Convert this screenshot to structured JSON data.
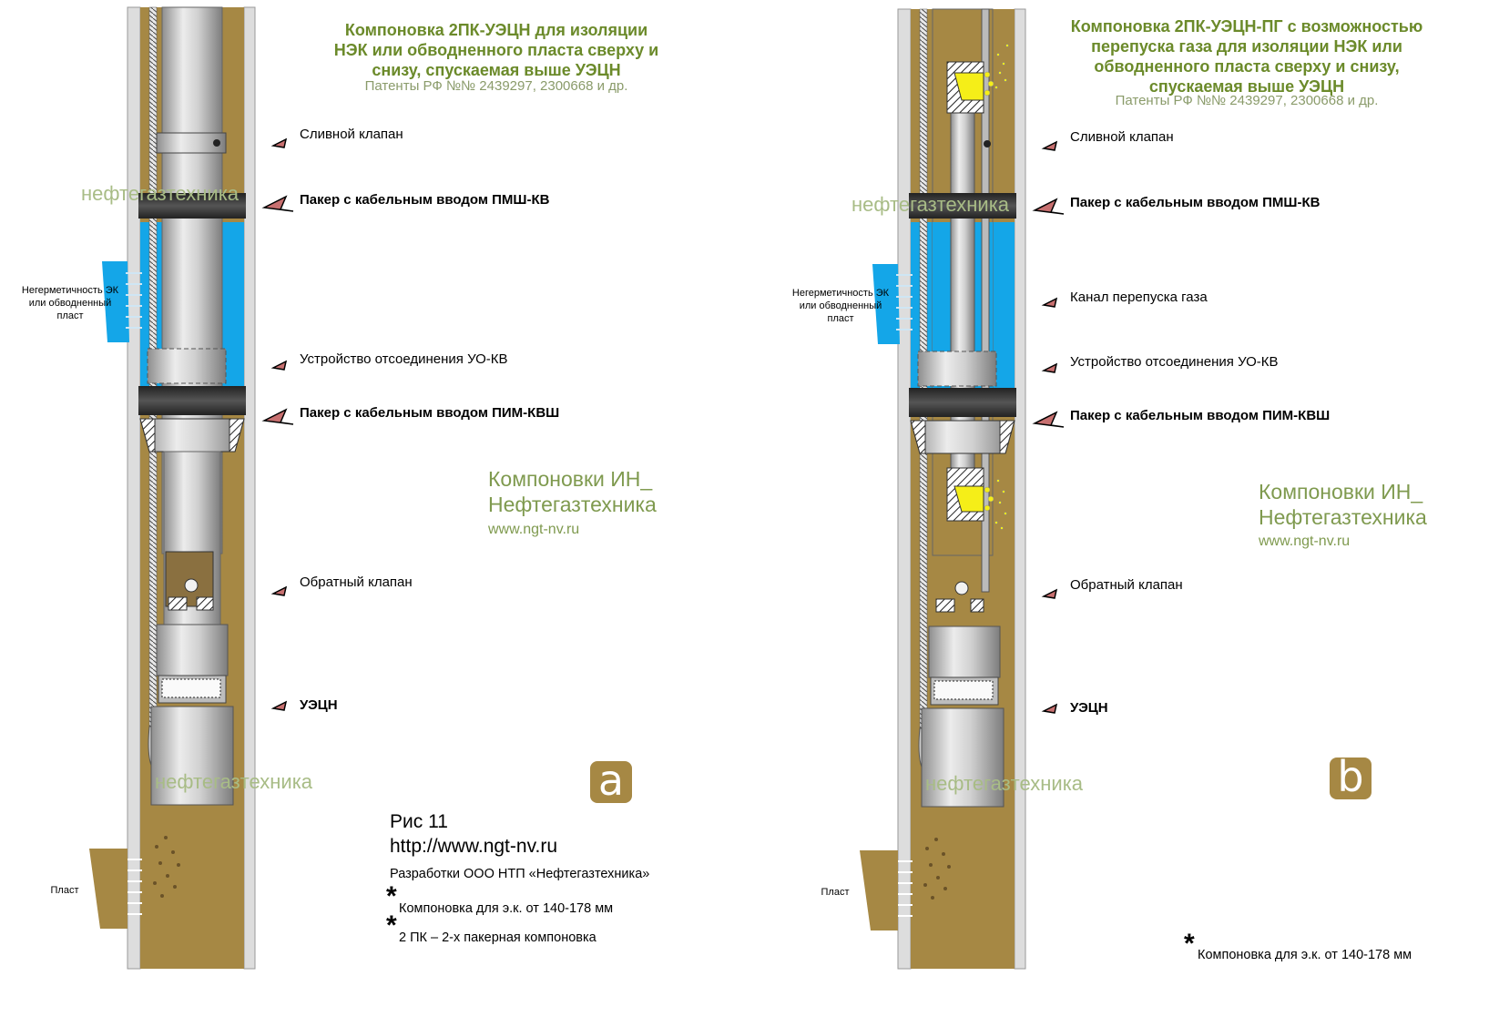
{
  "panel_a": {
    "title": "Компоновка 2ПК-УЭЦН для изоляции НЭК или обводненного пласта сверху и снизу, спускаемая выше УЭЦН",
    "patent": "Патенты РФ №№ 2439297, 2300668 и др.",
    "labels": {
      "drain_valve": "Сливной клапан",
      "packer_pmsh": "Пакер с кабельным вводом ПМШ-КВ",
      "disconnect": "Устройство отсоединения УО-КВ",
      "packer_pim": "Пакер с кабельным вводом ПИМ-КВШ",
      "check_valve": "Обратный клапан",
      "uecn": "УЭЦН"
    },
    "leak_label": "Негерметичность ЭК или обводненный пласт",
    "formation_label": "Пласт",
    "watermark": "нефтегазтехника",
    "brand_line1": "Компоновки ИН_",
    "brand_line2": "Нефтегазтехника",
    "brand_url": "www.ngt-nv.ru",
    "badge": "a",
    "fig_number": "Рис 11",
    "fig_url": "http://www.ngt-nv.ru",
    "developer": "Разработки ООО НТП «Нефтегазтехника»",
    "star": "*",
    "note1": "Компоновка для э.к. от 140-178 мм",
    "note2": "2 ПК – 2-х пакерная компоновка"
  },
  "panel_b": {
    "title": "Компоновка 2ПК-УЭЦН-ПГ с возможностью перепуска газа для изоляции НЭК или обводненного пласта сверху и снизу, спускаемая выше УЭЦН",
    "patent": "Патенты РФ №№ 2439297, 2300668 и др.",
    "labels": {
      "drain_valve": "Сливной клапан",
      "packer_pmsh": "Пакер с кабельным вводом ПМШ-КВ",
      "gas_channel": "Канал перепуска газа",
      "disconnect": "Устройство отсоединения УО-КВ",
      "packer_pim": "Пакер с кабельным вводом ПИМ-КВШ",
      "check_valve": "Обратный клапан",
      "uecn": "УЭЦН"
    },
    "leak_label": "Негерметичность ЭК или обводненный пласт",
    "formation_label": "Пласт",
    "watermark": "нефтегазтехника",
    "brand_line1": "Компоновки ИН_",
    "brand_line2": "Нефтегазтехника",
    "brand_url": "www.ngt-nv.ru",
    "badge": "b",
    "star": "*",
    "note1": "Компоновка для э.к. от 140-178 мм"
  },
  "colors": {
    "formation": "#a68844",
    "water": "#14a6e8",
    "steel": "#c9c9c9",
    "packer": "#3a3a3a",
    "arrow": "#c87070",
    "title_green": "#6b8a2a",
    "gas_yellow": "#f5ee18"
  }
}
